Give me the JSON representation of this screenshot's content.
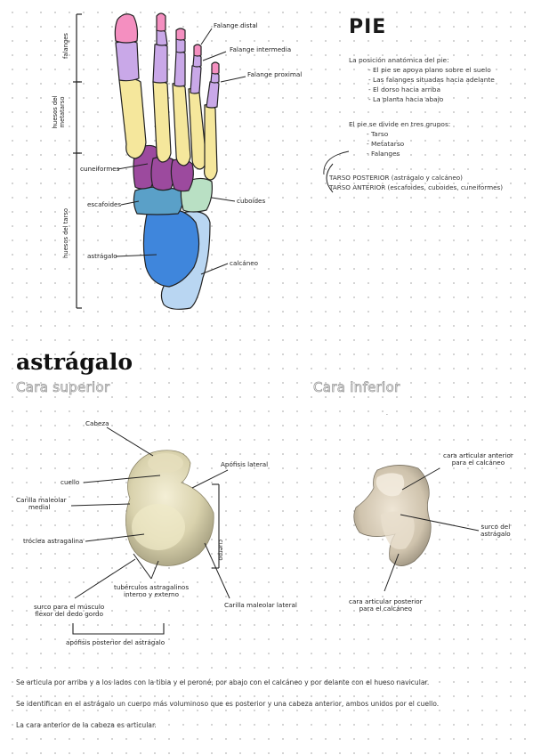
{
  "pie": {
    "title": "PIE",
    "notes": [
      "La posición anatómica del pie:",
      "- El pie se apoya plano sobre el suelo",
      "- Las falanges situadas hacia adelante",
      "- El dorso hacia arriba",
      "- La planta hacia abajo"
    ],
    "groups_intro": "El pie se divide en tres grupos:",
    "groups": [
      "- Tarso",
      "- Metatarso",
      "- Falanges"
    ],
    "tarso": [
      "TARSO POSTERIOR (astrágalo y calcáneo)",
      "TARSO ANTERIOR (escafoides, cuboides, cuneiformes)"
    ]
  },
  "foot_labels": {
    "falange_distal": "Falange distal",
    "falange_intermedia": "Falange intermedia",
    "falange_proximal": "Falange proximal",
    "cuneiformes": "cuneiformes",
    "escafoides": "escafoides",
    "cuboides": "cuboides",
    "astragalo": "astrágalo",
    "calcaneo": "calcáneo",
    "side_falanges": "falanges",
    "side_metatarso": "huesos del metatarso",
    "side_tarso": "huesos del tarso"
  },
  "colors": {
    "distal": "#f48fc0",
    "intermedia": "#c9a8e8",
    "proximal": "#c9a8e8",
    "metatarso": "#f5e79c",
    "cuneiformes": "#9c4a9e",
    "escafoides": "#5aa0c8",
    "cuboides": "#b9e0c4",
    "astragalo": "#3f86dc",
    "calcaneo": "#b9d6f2"
  },
  "astragalo": {
    "title": "astrágalo",
    "superior_title": "Cara superior",
    "inferior_title": "Cara inferior",
    "superior_labels": {
      "cabeza": "Cabeza",
      "cuello": "cuello",
      "carilla_medial": [
        "Carilla maleolar",
        "medial"
      ],
      "troclea": "tróclea astragalina",
      "apofisis_lateral": "Apófisis lateral",
      "cuerpo": "cuerpo",
      "tuberculos": [
        "tubérculos astragalinos",
        "interno y externo"
      ],
      "surco_flexor": [
        "surco para el músculo",
        "flexor del dedo gordo"
      ],
      "carilla_lateral": "Carilla maleolar lateral",
      "apofisis_posterior": "apófisis posterior del astrágalo"
    },
    "inferior_labels": {
      "cara_anterior": [
        "cara articular anterior",
        "para el calcáneo"
      ],
      "surco": [
        "surco del",
        "astrágalo"
      ],
      "cara_posterior": [
        "cara articular posterior",
        "para el calcáneo"
      ]
    },
    "footer": [
      "Se articula por arriba y a los lados con la tibia y el peroné, por abajo con el calcáneo y por delante con el hueso navicular.",
      "Se identifican en el astrágalo un cuerpo más voluminoso que es posterior y una cabeza anterior, ambos unidos por el cuello.",
      "La cara anterior de la cabeza es articular."
    ]
  }
}
